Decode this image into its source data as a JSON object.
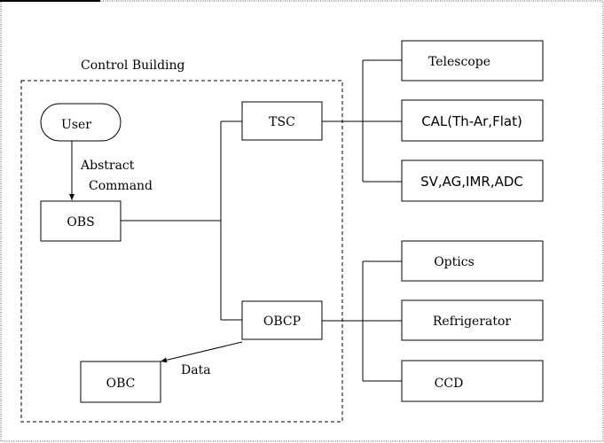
{
  "diagram": {
    "control_building_label": "Control Building",
    "user_label": "User",
    "abstract_line1": "Abstract",
    "abstract_line2": "Command",
    "obs_label": "OBS",
    "tsc_label": "TSC",
    "obcp_label": "OBCP",
    "obc_label": "OBC",
    "data_label": "Data",
    "telescope_label": "Telescope",
    "cal_label": "CAL(Th-Ar,Flat)",
    "sv_label": "SV,AG,IMR,ADC",
    "optics_label": "Optics",
    "refrigerator_label": "Refrigerator",
    "ccd_label": "CCD"
  }
}
